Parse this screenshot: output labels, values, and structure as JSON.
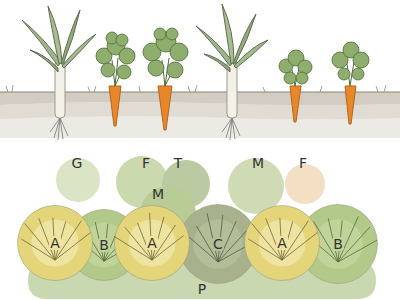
{
  "diagram": {
    "nodes": [
      {
        "text": [
          "A"
        ]
      },
      {
        "text": [
          "B"
        ]
      },
      {
        "text": [
          "A"
        ]
      },
      {
        "text": [
          "C"
        ]
      },
      {
        "text": [
          "A"
        ]
      },
      {
        "text": [
          "B"
        ]
      },
      {
        "text": [
          "P"
        ]
      }
    ],
    "labels": [
      "G",
      "F",
      "T",
      "M",
      "F",
      "M"
    ]
  }
}
